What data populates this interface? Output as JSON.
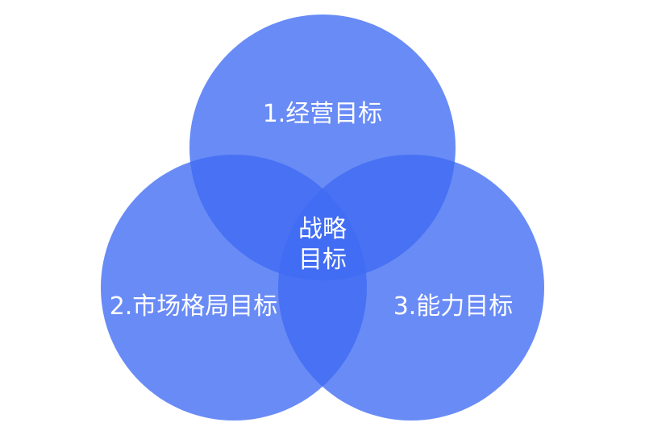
{
  "diagram": {
    "fill_color": "#3f6af3",
    "text_color": "#ffffff",
    "circles": [
      {
        "label": "1.经营目标"
      },
      {
        "label": "2.市场格局目标"
      },
      {
        "label": "3.能力目标"
      }
    ],
    "center": {
      "line1": "战略",
      "line2": "目标"
    }
  }
}
